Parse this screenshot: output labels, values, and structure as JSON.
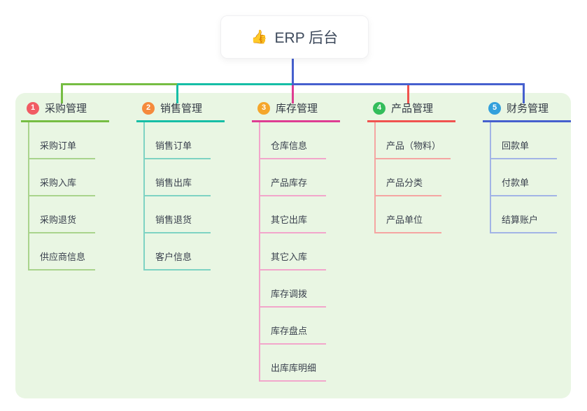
{
  "root": {
    "icon": "👍",
    "label": "ERP 后台"
  },
  "colors": {
    "canvas_bg": "#ffffff",
    "panel_bg": "#e9f6e3",
    "text": "#333a45",
    "root_text": "#3e4a5c"
  },
  "connector": {
    "stem_color": "#4660ce"
  },
  "branches": [
    {
      "num": "1",
      "label": "采购管理",
      "badge_color": "#f15b63",
      "line_color": "#76bd43",
      "child_line_color": "#a9d48c",
      "children": [
        "采购订单",
        "采购入库",
        "采购退货",
        "供应商信息"
      ]
    },
    {
      "num": "2",
      "label": "销售管理",
      "badge_color": "#f58a3c",
      "line_color": "#16bea6",
      "child_line_color": "#7ed3c3",
      "children": [
        "销售订单",
        "销售出库",
        "销售退货",
        "客户信息"
      ]
    },
    {
      "num": "3",
      "label": "库存管理",
      "badge_color": "#f5a62b",
      "line_color": "#de3d92",
      "child_line_color": "#f2a6cb",
      "children": [
        "仓库信息",
        "产品库存",
        "其它出库",
        "其它入库",
        "库存调拨",
        "库存盘点",
        "出库库明细"
      ]
    },
    {
      "num": "4",
      "label": "产品管理",
      "badge_color": "#33bd5b",
      "line_color": "#f0534f",
      "child_line_color": "#f5a5a2",
      "children": [
        "产品（物料）",
        "产品分类",
        "产品单位"
      ]
    },
    {
      "num": "5",
      "label": "财务管理",
      "badge_color": "#33a0dc",
      "line_color": "#4660ce",
      "child_line_color": "#a2b4e6",
      "children": [
        "回款单",
        "付款单",
        "结算账户"
      ]
    }
  ]
}
